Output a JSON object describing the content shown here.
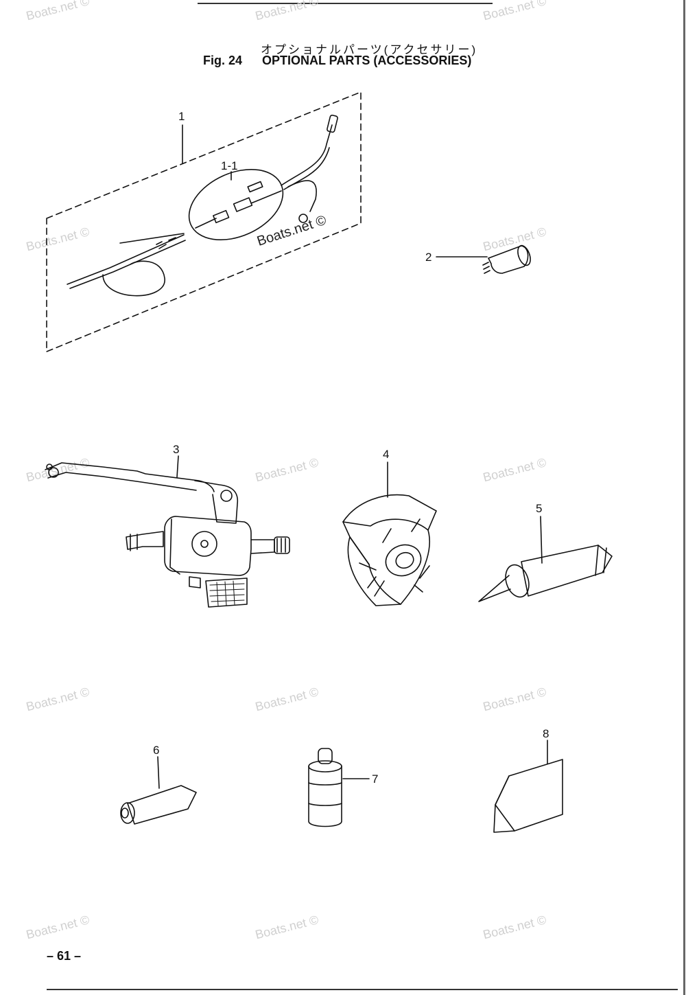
{
  "header": {
    "title_jp": "オプショナルパーツ(アクセサリー)",
    "fig_label": "Fig. 24",
    "title": "OPTIONAL PARTS (ACCESSORIES)"
  },
  "callouts": [
    "1",
    "1-1",
    "2",
    "3",
    "4",
    "5",
    "6",
    "7",
    "8"
  ],
  "watermark": "Boats.net ©",
  "footer": {
    "page": "– 61 –"
  },
  "colors": {
    "ink": "#111111",
    "watermark": "#d0d0d0"
  }
}
